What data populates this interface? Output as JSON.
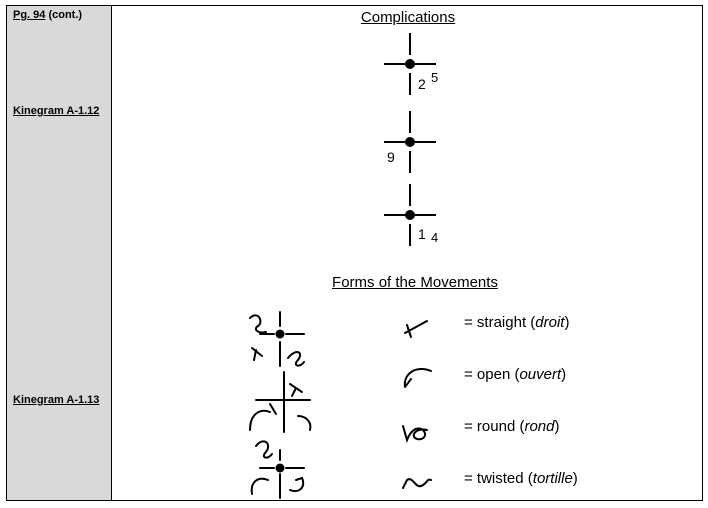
{
  "left_column": {
    "page_ref": "Pg. 94",
    "page_suffix": " (cont.)",
    "kinegram_1": "Kinegram A-1.12",
    "kinegram_2": "Kinegram A-1.13"
  },
  "complications": {
    "title": "Complications",
    "figures": [
      {
        "label_a": "2",
        "label_b": "5"
      },
      {
        "label_a": "9"
      },
      {
        "label_a": "1",
        "label_b": "4"
      }
    ]
  },
  "forms": {
    "title": "Forms of the Movements",
    "rows": [
      {
        "prefix": "= straight (",
        "term": "droit",
        "suffix": ")",
        "symbol": "straight-symbol-icon"
      },
      {
        "prefix": "= open (",
        "term": "ouvert",
        "suffix": ")",
        "symbol": "open-symbol-icon"
      },
      {
        "prefix": "= round (",
        "term": "rond",
        "suffix": ")",
        "symbol": "round-symbol-icon"
      },
      {
        "prefix": "= twisted (",
        "term": "tortille",
        "suffix": ")",
        "symbol": "twisted-symbol-icon"
      }
    ]
  }
}
